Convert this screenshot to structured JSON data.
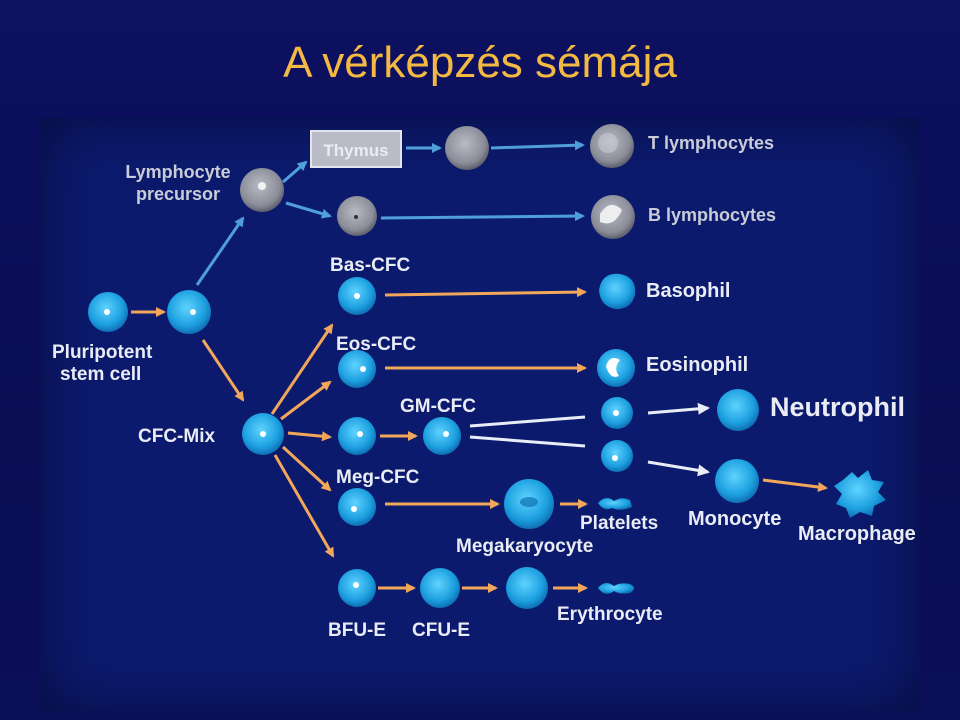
{
  "title": "A vérképzés sémája",
  "labels": {
    "lymphocyte_precursor_1": "Lymphocyte",
    "lymphocyte_precursor_2": "precursor",
    "thymus": "Thymus",
    "t_lymphocytes": "T lymphocytes",
    "b_lymphocytes": "B lymphocytes",
    "bas_cfc": "Bas-CFC",
    "basophil": "Basophil",
    "eos_cfc": "Eos-CFC",
    "eosinophil": "Eosinophil",
    "gm_cfc": "GM-CFC",
    "neutrophil": "Neutrophil",
    "pluripotent_1": "Pluripotent",
    "pluripotent_2": "stem cell",
    "cfc_mix": "CFC-Mix",
    "meg_cfc": "Meg-CFC",
    "platelets": "Platelets",
    "monocyte": "Monocyte",
    "macrophage": "Macrophage",
    "megakaryocyte": "Megakaryocyte",
    "bfu_e": "BFU-E",
    "cfu_e": "CFU-E",
    "erythrocyte": "Erythrocyte"
  },
  "colors": {
    "title": "#f4b942",
    "background": "#0b0f55",
    "panel": "#0c1a6e",
    "cell_blue": "#1fa4e0",
    "cell_grey": "#8a8d98",
    "arrow_orange": "#f2a65a",
    "arrow_blue": "#4f9fd8",
    "arrow_white": "#e8ecf5"
  }
}
